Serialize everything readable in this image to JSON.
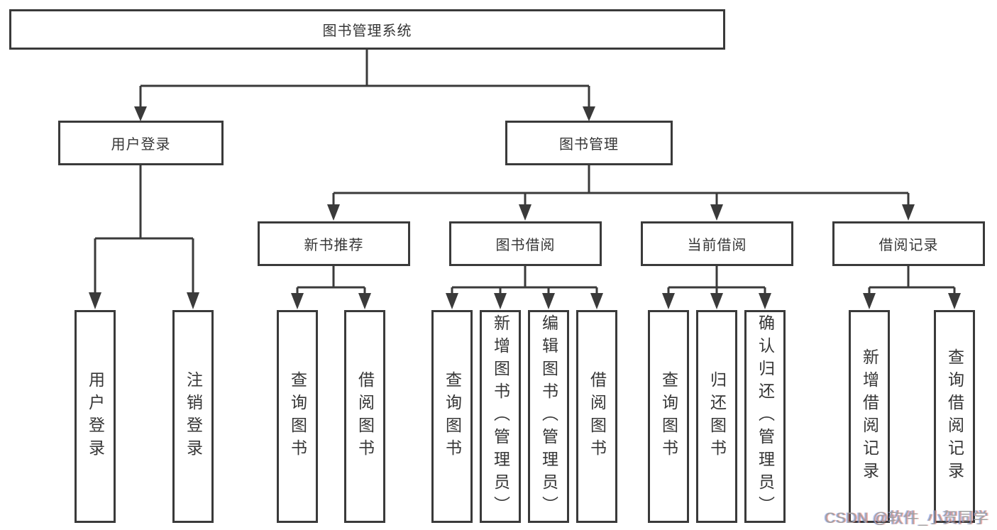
{
  "diagram": {
    "root": {
      "label": "图书管理系统"
    },
    "branches": [
      {
        "label": "用户登录",
        "children": [
          {
            "label": "用户登录"
          },
          {
            "label": "注销登录"
          }
        ]
      },
      {
        "label": "图书管理",
        "children": [
          {
            "label": "新书推荐",
            "children": [
              {
                "label": "查询图书"
              },
              {
                "label": "借阅图书"
              }
            ]
          },
          {
            "label": "图书借阅",
            "children": [
              {
                "label": "查询图书"
              },
              {
                "label": "新增图书（管理员）"
              },
              {
                "label": "编辑图书（管理员）"
              },
              {
                "label": "借阅图书"
              }
            ]
          },
          {
            "label": "当前借阅",
            "children": [
              {
                "label": "查询图书"
              },
              {
                "label": "归还图书"
              },
              {
                "label": "确认归还（管理员）"
              }
            ]
          },
          {
            "label": "借阅记录",
            "children": [
              {
                "label": "新增借阅记录"
              },
              {
                "label": "查询借阅记录"
              }
            ]
          }
        ]
      }
    ]
  },
  "watermark": {
    "text": "CSDN @软件_小贺同学"
  },
  "colors": {
    "line": "#3a3a3a",
    "text": "#363636",
    "watermark": "#9f9f9f",
    "background": "#ffffff"
  }
}
